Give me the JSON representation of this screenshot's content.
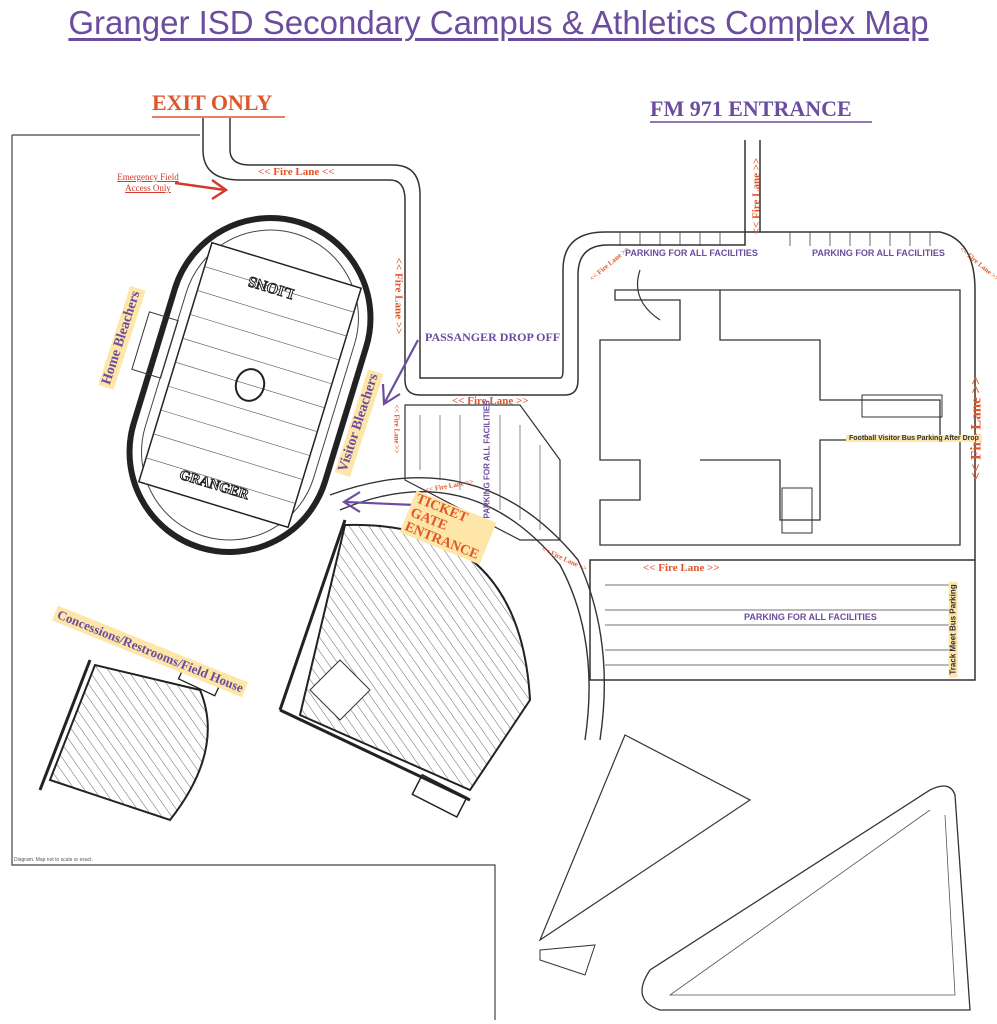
{
  "title": "Granger ISD Secondary Campus & Athletics Complex Map",
  "labels": {
    "exit_only": "EXIT ONLY",
    "entrance": "FM 971 ENTRANCE",
    "emergency": "Emergency Field Access Only",
    "passenger_dropoff": "PASSANGER DROP OFF",
    "ticket_gate": "TICKET GATE ENTRANCE",
    "home_bleachers": "Home Bleachers",
    "visitor_bleachers": "Visitor Bleachers",
    "concessions": "Concessions/Restrooms/Field House",
    "parking": "PARKING FOR ALL FACILITIES",
    "football_bus": "Football Visitor Bus Parking After Drop",
    "track_meet_bus": "Track Meet Bus Parking",
    "fire_lane": "<< Fire Lane <<",
    "fire_lane_right": "<< Fire Lane >>",
    "fire_lane_lr": "<< Fire Lane >>",
    "fire_lane_small": "<< Fire Lane >>",
    "field_top": "LIONS",
    "field_bottom": "GRANGER",
    "disclaimer": "Diagram. Map not to scale or exact."
  },
  "colors": {
    "orange": "#e0552a",
    "purple": "#6b4c9e",
    "highlight": "#fde6a8",
    "line": "#333333"
  }
}
